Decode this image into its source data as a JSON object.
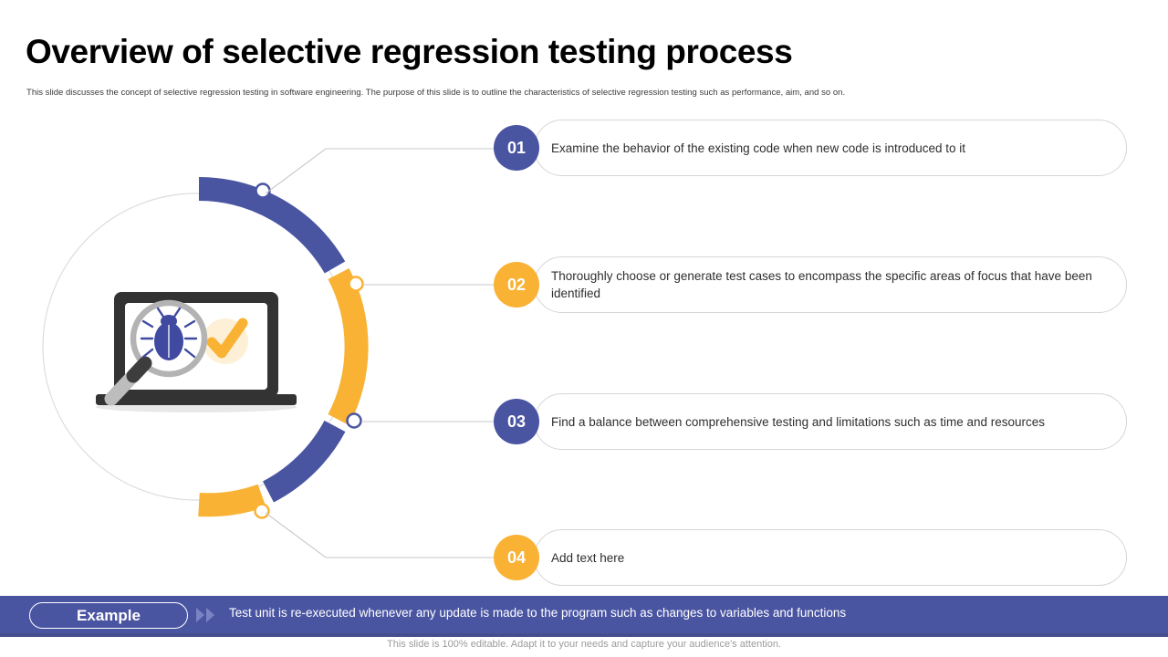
{
  "slide": {
    "title": "Overview of selective regression testing process",
    "subtitle": "This slide discusses the concept of selective regression testing in software engineering. The purpose of this slide is to outline the characteristics of selective regression testing such as performance, aim, and so on.",
    "bottom_note": "This slide is 100% editable. Adapt it to your needs and capture your audience's attention."
  },
  "colors": {
    "blue": "#4a55a2",
    "orange": "#f9b233",
    "card_border": "#d6d6d6",
    "text": "#2e2e2e",
    "laptop_dark": "#333333",
    "footer_bg": "#4a55a2"
  },
  "steps": [
    {
      "number": "01",
      "text": "Examine the behavior of the existing code when new code is introduced to it",
      "color": "#4a55a2",
      "accent": "blue"
    },
    {
      "number": "02",
      "text": "Thoroughly choose or generate test cases to encompass the specific areas of focus that have been identified",
      "color": "#f9b233",
      "accent": "orange"
    },
    {
      "number": "03",
      "text": "Find a balance between comprehensive testing and limitations such as time and resources",
      "color": "#4a55a2",
      "accent": "blue"
    },
    {
      "number": "04",
      "text": "Add text here",
      "color": "#f9b233",
      "accent": "orange"
    }
  ],
  "graphic": {
    "name": "laptop-bug-magnifier-illustration",
    "segments": [
      {
        "index": 1,
        "color": "#4a55a2"
      },
      {
        "index": 2,
        "color": "#f9b233"
      },
      {
        "index": 3,
        "color": "#4a55a2"
      },
      {
        "index": 4,
        "color": "#f9b233"
      }
    ]
  },
  "footer": {
    "label": "Example",
    "text": "Test unit is re-executed whenever any update is made to the program such as changes to variables and functions"
  }
}
